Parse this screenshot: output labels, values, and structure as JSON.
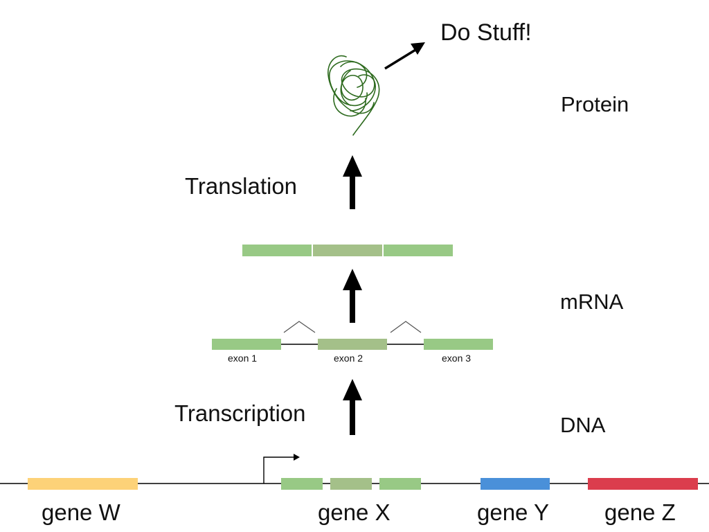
{
  "labels": {
    "do_stuff": "Do Stuff!",
    "protein": "Protein",
    "translation": "Translation",
    "mrna": "mRNA",
    "transcription": "Transcription",
    "dna": "DNA"
  },
  "exons": [
    "exon 1",
    "exon 2",
    "exon 3"
  ],
  "genes": {
    "w": {
      "label": "gene W",
      "color": "#fdd278"
    },
    "x": {
      "label": "gene X",
      "color": "#98c985",
      "alt_color": "#a4c089"
    },
    "y": {
      "label": "gene Y",
      "color": "#4a90d9"
    },
    "z": {
      "label": "gene Z",
      "color": "#db3d4d"
    }
  },
  "colors": {
    "protein": "#2e6b1f",
    "line": "#000000",
    "intron": "#555555"
  },
  "icons": {
    "protein": "protein-squiggle-icon",
    "promoter": "promoter-arrow-icon",
    "step_arrow": "up-arrow-icon"
  }
}
